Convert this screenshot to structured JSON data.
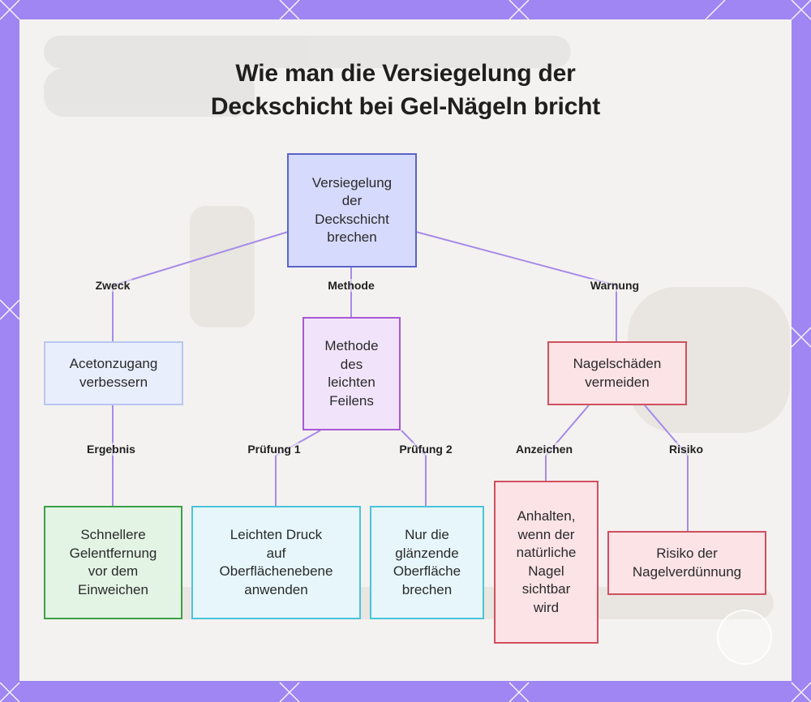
{
  "title_line1": "Wie man die Versiegelung der",
  "title_line2": "Deckschicht bei Gel-Nägeln bricht",
  "nodes": {
    "root": "Versiegelung\nder\nDeckschicht\nbrechen",
    "acetone": "Acetonzugang\nverbessern",
    "method": "Methode\ndes\nleichten\nFeilens",
    "damage": "Nagelschäden\nvermeiden",
    "faster": "Schnellere\nGelentfernung\nvor dem\nEinweichen",
    "pressure": "Leichten Druck\nauf\nOberflächenebene\nanwenden",
    "shiny": "Nur die\nglänzende\nOberfläche\nbrechen",
    "stop": "Anhalten,\nwenn der\nnatürliche\nNagel\nsichtbar\nwird",
    "risk": "Risiko der\nNagelverdünnung"
  },
  "edge_labels": {
    "purpose": "Zweck",
    "method": "Methode",
    "warning": "Warnung",
    "result": "Ergebnis",
    "check1": "Prüfung 1",
    "check2": "Prüfung 2",
    "signs": "Anzeichen",
    "risk": "Risiko"
  },
  "colors": {
    "frame": "#9f86f2",
    "connector": "#a58be8",
    "root_fill": "#d6dafc",
    "root_border": "#5a64c8",
    "blue_fill": "#e8eefc",
    "blue_border": "#b9c6f0",
    "purple_fill": "#f1e4fa",
    "purple_border": "#a957d6",
    "red_fill": "#fbe3e6",
    "red_border": "#d0505e",
    "green_fill": "#e3f4e4",
    "green_border": "#3aa046",
    "cyan_fill": "#e6f6fb",
    "cyan_border": "#4ac3da"
  }
}
